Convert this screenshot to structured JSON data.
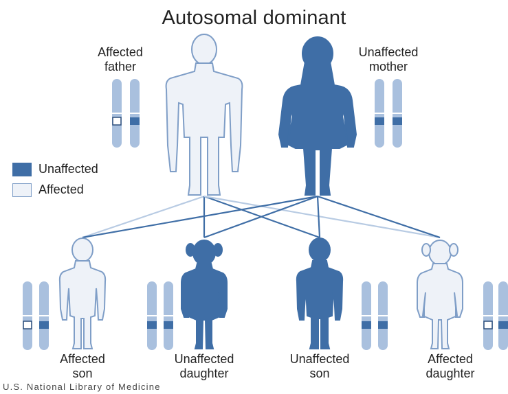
{
  "title": "Autosomal dominant",
  "parents": {
    "father": {
      "line1": "Affected",
      "line2": "father"
    },
    "mother": {
      "line1": "Unaffected",
      "line2": "mother"
    }
  },
  "children": [
    {
      "line1": "Affected",
      "line2": "son"
    },
    {
      "line1": "Unaffected",
      "line2": "daughter"
    },
    {
      "line1": "Unaffected",
      "line2": "son"
    },
    {
      "line1": "Affected",
      "line2": "daughter"
    }
  ],
  "legend": {
    "unaffected": "Unaffected",
    "affected": "Affected"
  },
  "source": "U.S. National Library of Medicine",
  "colors": {
    "dark": "#3f6ea6",
    "light": "#eef2f8",
    "outline": "#7f9ec7",
    "chromosome": "#a9c0de",
    "line_light": "#b8cbe3"
  }
}
